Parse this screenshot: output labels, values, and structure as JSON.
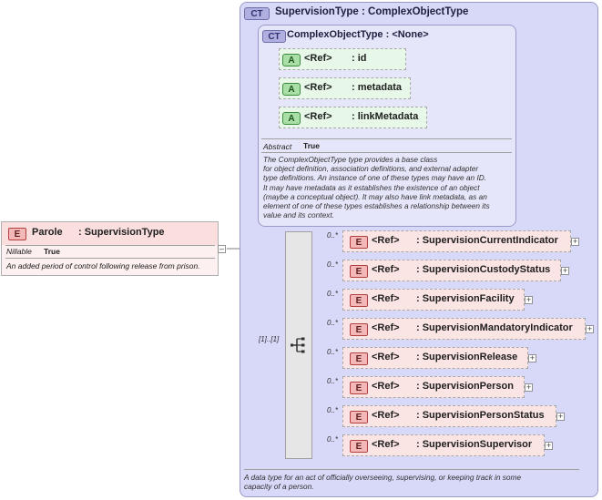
{
  "root": {
    "badge": "E",
    "name": "Parole",
    "type": ": SupervisionType",
    "nillable_label": "Nillable",
    "nillable_value": "True",
    "doc": "An added period of control following release from prison.",
    "collapse_symbol": "–"
  },
  "supervision_type": {
    "badge": "CT",
    "title": "SupervisionType : ComplexObjectType",
    "doc_lines": [
      "A data type for an act of officially overseeing, supervising, or keeping track in some",
      "capacity of a person."
    ]
  },
  "complex_object_type": {
    "badge": "CT",
    "title": "ComplexObjectType : <None>",
    "abstract_label": "Abstract",
    "abstract_value": "True",
    "doc_lines": [
      "The ComplexObjectType type provides a base class",
      "for object definition, association definitions, and external adapter",
      "type definitions. An instance of one of these types may have an ID.",
      "It may have metadata as it establishes the existence of an object",
      "(maybe a conceptual object). It may also have link metadata, as an",
      "element of one of these types establishes a relationship between its",
      "value and its context."
    ],
    "attributes": [
      {
        "badge": "A",
        "ref": "<Ref>",
        "name": ": id"
      },
      {
        "badge": "A",
        "ref": "<Ref>",
        "name": ": metadata"
      },
      {
        "badge": "A",
        "ref": "<Ref>",
        "name": ": linkMetadata"
      }
    ]
  },
  "sequence": {
    "multiplicity": "[1]..[1]"
  },
  "elements": [
    {
      "badge": "E",
      "mult": "0..*",
      "ref": "<Ref>",
      "name": ": SupervisionCurrentIndicator",
      "plus": "+"
    },
    {
      "badge": "E",
      "mult": "0..*",
      "ref": "<Ref>",
      "name": ": SupervisionCustodyStatus",
      "plus": "+"
    },
    {
      "badge": "E",
      "mult": "0..*",
      "ref": "<Ref>",
      "name": ": SupervisionFacility",
      "plus": "+"
    },
    {
      "badge": "E",
      "mult": "0..*",
      "ref": "<Ref>",
      "name": ": SupervisionMandatoryIndicator",
      "plus": "+"
    },
    {
      "badge": "E",
      "mult": "0..*",
      "ref": "<Ref>",
      "name": ": SupervisionRelease",
      "plus": "+"
    },
    {
      "badge": "E",
      "mult": "0..*",
      "ref": "<Ref>",
      "name": ": SupervisionPerson",
      "plus": "+"
    },
    {
      "badge": "E",
      "mult": "0..*",
      "ref": "<Ref>",
      "name": ": SupervisionPersonStatus",
      "plus": "+"
    },
    {
      "badge": "E",
      "mult": "0..*",
      "ref": "<Ref>",
      "name": ": SupervisionSupervisor",
      "plus": "+"
    }
  ]
}
